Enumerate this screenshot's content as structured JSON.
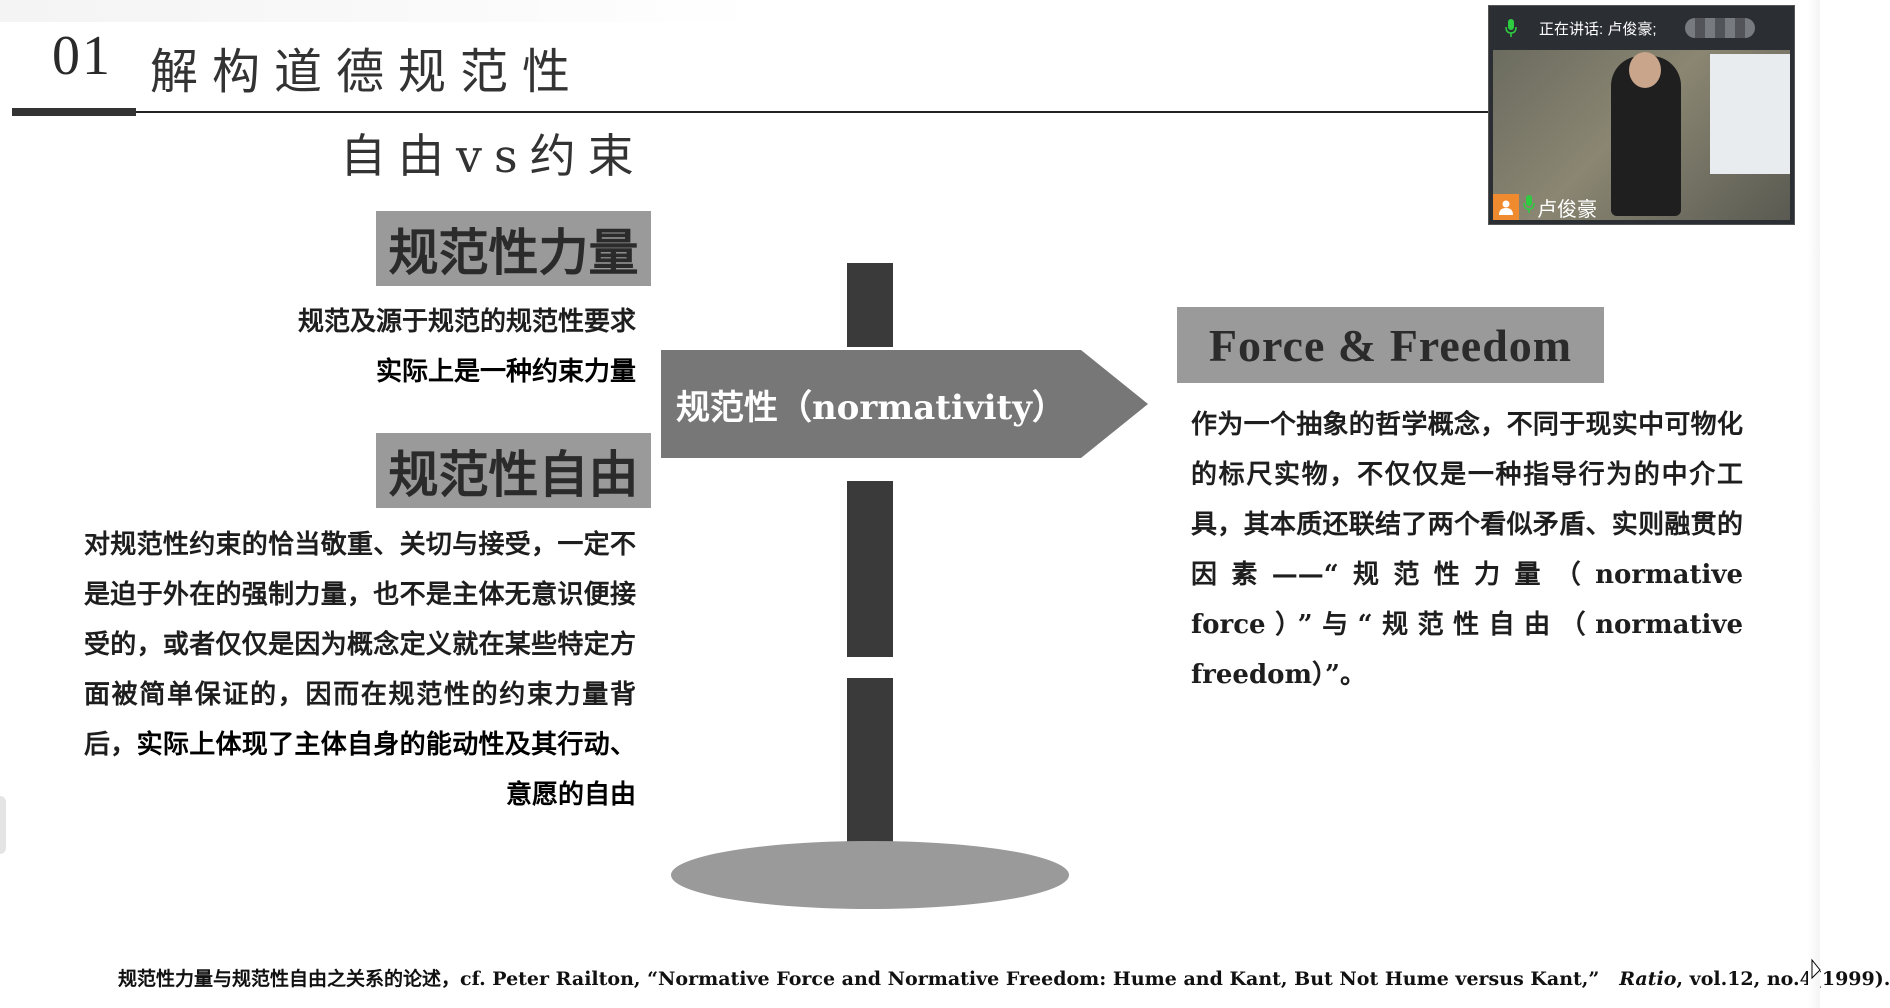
{
  "header": {
    "section_number": "01",
    "section_title": "解构道德规范性",
    "subtitle": "自由vs约束"
  },
  "left": {
    "force_label": "规范性力量",
    "force_text_line1": "规范及源于规范的规范性要求",
    "force_text_line2": "实际上是一种约束力量",
    "freedom_label": "规范性自由",
    "freedom_text_plain": "对规范性约束的恰当敬重、关切与接受，一定不是迫于外在的强制力量，也不是主体无意识便接受的，或者仅仅是因为概念定义就在某些特定方面被简单保证的，因而在规范性的约束力量背后，",
    "freedom_text_bold": "实际上体现了主体自身的能动性及其行动、意愿的自由"
  },
  "center": {
    "sign_label": "规范性（normativity）"
  },
  "right": {
    "title": "Force & Freedom",
    "text": "作为一个抽象的哲学概念，不同于现实中可物化的标尺实物，不仅仅是一种指导行为的中介工具，其本质还联结了两个看似矛盾、实则融贯的因素——“规范性力量（normative force）”与“规范性自由（normative freedom）”。"
  },
  "footnote": {
    "text": "规范性力量与规范性自由之关系的论述，cf. Peter Railton, “Normative Force and Normative Freedom: Hume and Kant, But Not Hume versus Kant,”",
    "journal": "Ratio",
    "citation": ", vol.12, no.4(1999)."
  },
  "video": {
    "speaking_label": "正在讲话: 卢俊豪;",
    "participant_name": "卢俊豪",
    "mic_icon": "microphone-icon",
    "avatar_icon": "user-avatar-icon"
  },
  "colors": {
    "label_bg": "#9a9a9a",
    "post": "#3a3a3a",
    "arrow": "#777777",
    "mic_green": "#2ecc40",
    "avatar_orange": "#f08a2e"
  }
}
